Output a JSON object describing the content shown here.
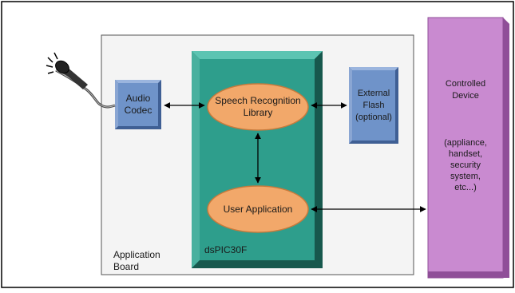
{
  "diagram": {
    "app_board": "Application\nBoard",
    "codec": "Audio\nCodec",
    "dspic": "dsPIC30F",
    "speech_lib": "Speech Recognition\nLibrary",
    "user_app": "User Application",
    "flash": "External\nFlash\n(optional)",
    "device_title": "Controlled\nDevice",
    "device_examples": "(appliance,\nhandset,\nsecurity\nsystem,\netc...)"
  },
  "colors": {
    "chip_fill": "#2e9e8c",
    "chip_bevel_light": "#5cc4b2",
    "chip_bevel_dark": "#1d6f62",
    "ellipse_fill": "#f2a86a",
    "blue_box": "#6f93c9",
    "blue_box_dark": "#3f5f94",
    "device_fill": "#c98ad0",
    "device_dark": "#8f4e98",
    "board_fill": "#f4f4f4"
  },
  "icons": {
    "microphone": "microphone-icon"
  }
}
